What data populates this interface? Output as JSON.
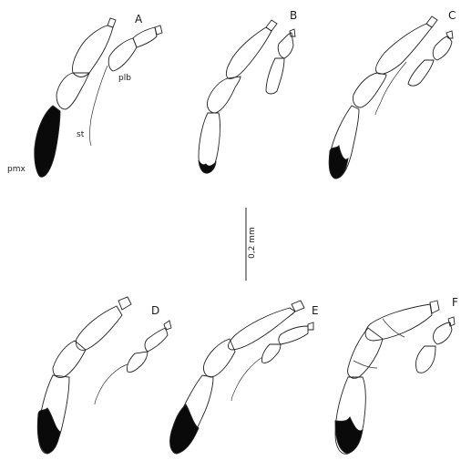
{
  "panels": [
    {
      "letter": "A"
    },
    {
      "letter": "B"
    },
    {
      "letter": "C"
    },
    {
      "letter": "D"
    },
    {
      "letter": "E"
    },
    {
      "letter": "F"
    }
  ],
  "annotations": {
    "palp_label": "plb",
    "stipes_label": "st",
    "maxillary_palp_label": "pmx"
  },
  "scale_bar": {
    "label": "0,2 mm"
  },
  "colors": {
    "ink": "#222222",
    "fill_dark": "#0a0a0a",
    "background": "#ffffff"
  }
}
